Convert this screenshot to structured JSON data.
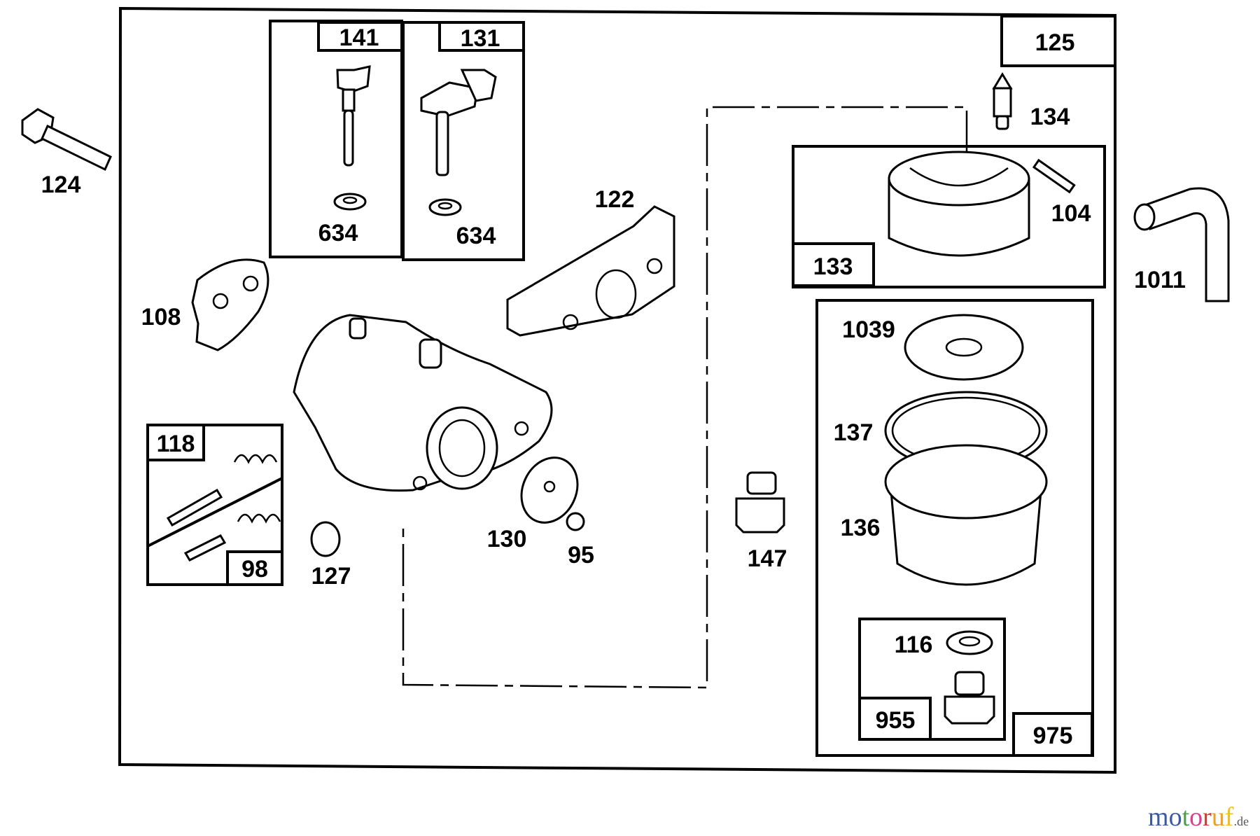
{
  "diagram": {
    "type": "exploded parts diagram",
    "boxed_labels": {
      "b141": "141",
      "b131": "131",
      "b125": "125",
      "b133": "133",
      "b118": "118",
      "b98": "98",
      "b955": "955",
      "b975": "975"
    },
    "part_labels": {
      "p124": "124",
      "p634a": "634",
      "p634b": "634",
      "p134": "134",
      "p104": "104",
      "p122": "122",
      "p108": "108",
      "p1011": "1011",
      "p1039": "1039",
      "p137": "137",
      "p136": "136",
      "p127": "127",
      "p130": "130",
      "p95": "95",
      "p147": "147",
      "p116": "116"
    }
  },
  "watermark": {
    "text": "motoruf",
    "suffix": ".de",
    "letters": [
      "m",
      "o",
      "t",
      "o",
      "r",
      "u",
      "f"
    ],
    "colors": [
      "#3a5aa8",
      "#3a5aa8",
      "#4aa048",
      "#e03c8c",
      "#d83a2a",
      "#f0a020",
      "#f0c020"
    ]
  }
}
